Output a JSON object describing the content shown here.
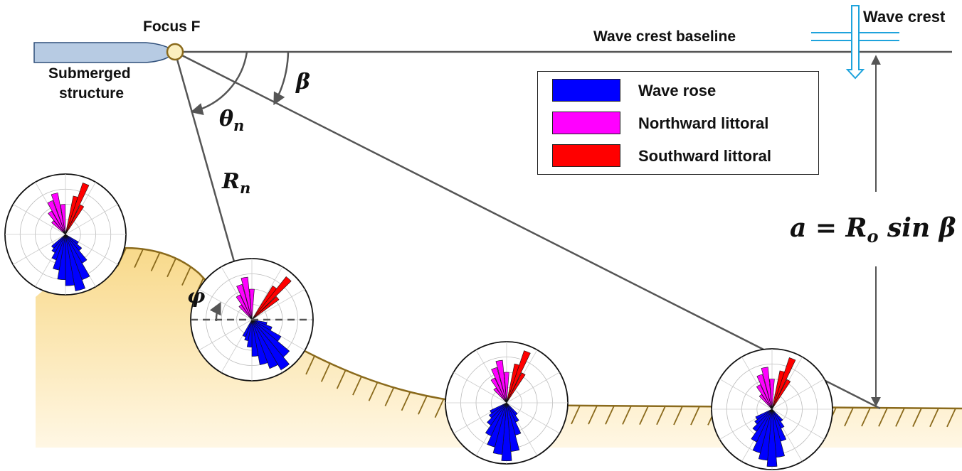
{
  "labels": {
    "focus": "Focus F",
    "submerged_line1": "Submerged",
    "submerged_line2": "structure",
    "baseline": "Wave crest baseline",
    "wave_crest": "Wave crest",
    "theta_base": "θ",
    "theta_sub": "n",
    "beta": "β",
    "r_base": "R",
    "r_sub": "n",
    "phi": "φ",
    "formula_a": "a = R",
    "formula_sub": "o",
    "formula_rest": " sin β"
  },
  "legend": [
    {
      "label": "Wave rose",
      "color": "#0000ff"
    },
    {
      "label": "Northward littoral",
      "color": "#ff00ff"
    },
    {
      "label": "Southward littoral",
      "color": "#ff0000"
    }
  ],
  "colors": {
    "wave_rose": "#0000ff",
    "northward": "#ff00ff",
    "southward": "#ff0000",
    "shore": "#8a6a1c",
    "sand": "#f8d98a",
    "structure": "#b7cbe3",
    "focus": "#fbefbf",
    "wave_arrow": "#1ea3dc",
    "lines": "#555555"
  }
}
